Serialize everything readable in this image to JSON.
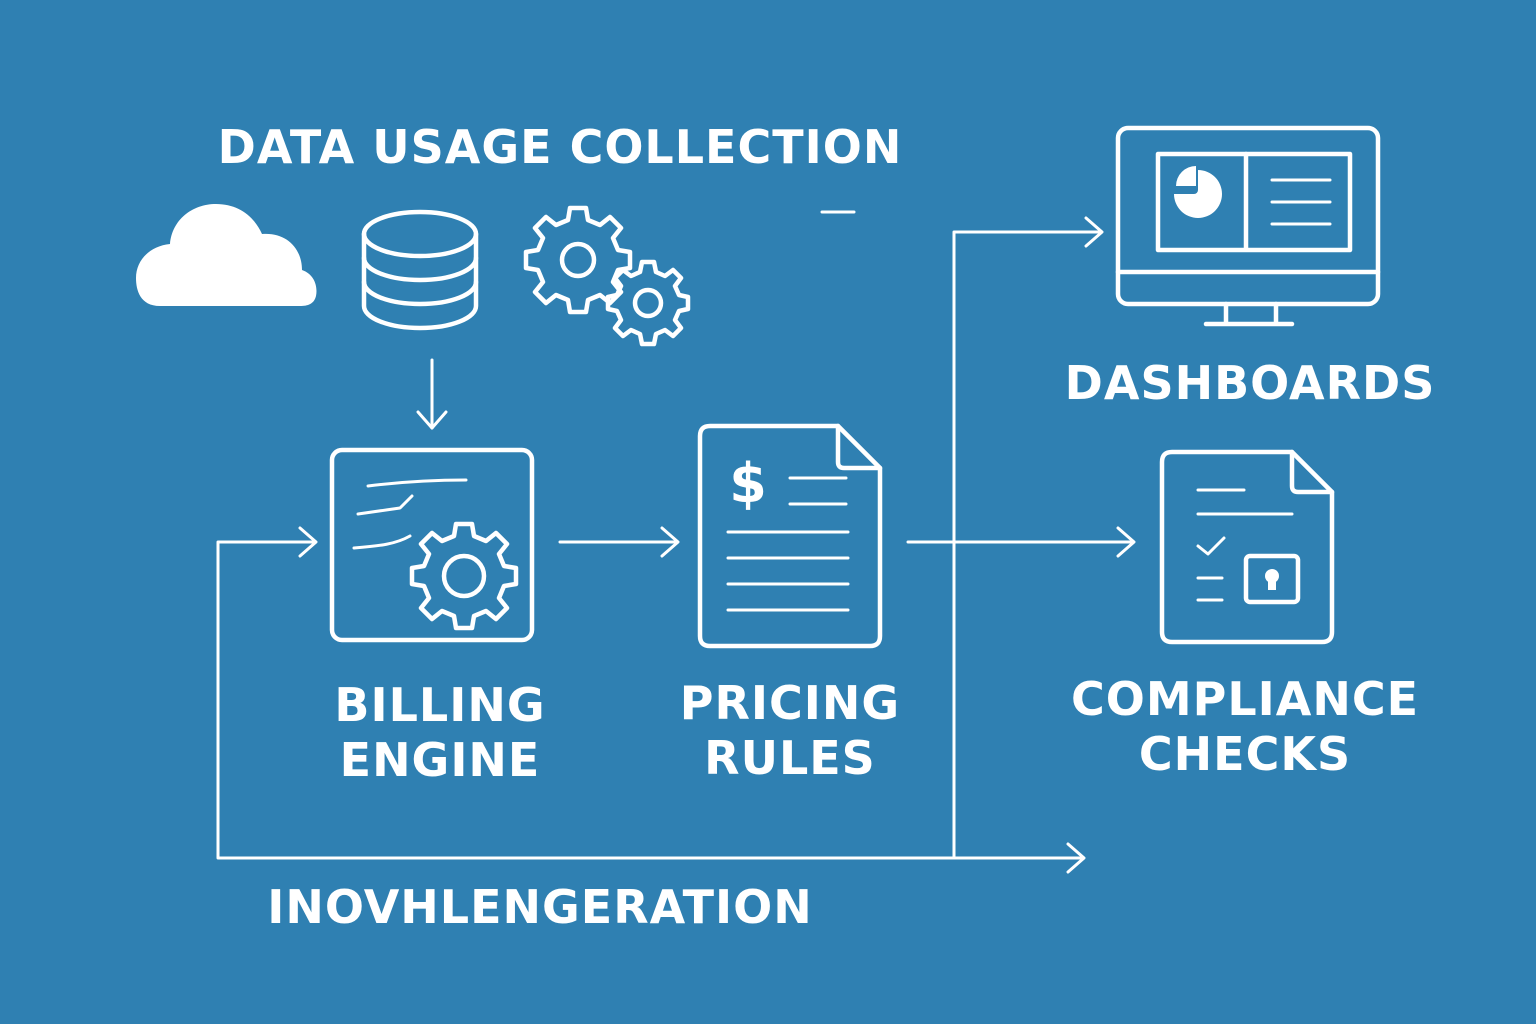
{
  "colors": {
    "background": "#2f80b2",
    "foreground": "#ffffff"
  },
  "nodes": {
    "collection": {
      "title": "DATA USAGE COLLECTION",
      "icons": [
        "cloud-icon",
        "database-icon",
        "gears-icon"
      ]
    },
    "billing": {
      "line1": "BILLING",
      "line2": "ENGINE",
      "icon": "document-gear-icon"
    },
    "pricing": {
      "line1": "PRICING",
      "line2": "RULES",
      "icon": "price-document-icon"
    },
    "dashboards": {
      "title": "DASHBOARDS",
      "icon": "monitor-chart-icon"
    },
    "compliance": {
      "line1": "COMPLIANCE",
      "line2": "CHECKS",
      "icon": "compliance-document-icon"
    },
    "loop": {
      "title": "INOVHLENGERATION"
    }
  }
}
